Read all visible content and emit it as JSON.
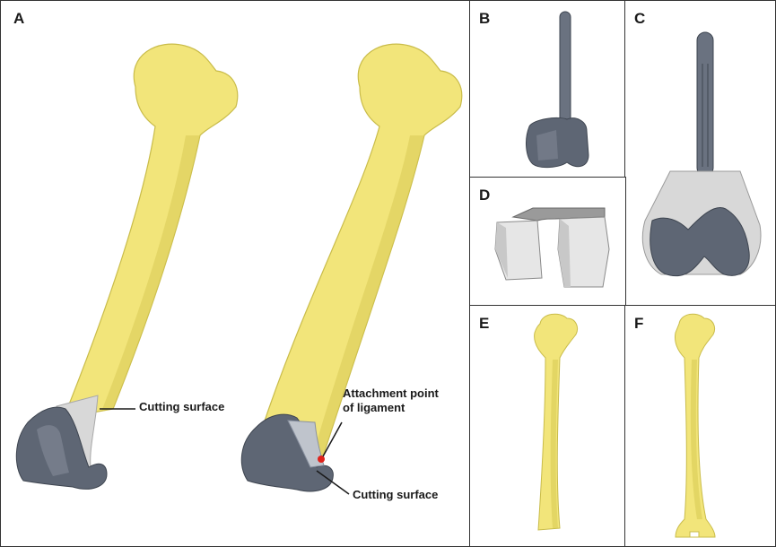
{
  "panels": {
    "A": {
      "letter": "A"
    },
    "B": {
      "letter": "B"
    },
    "C": {
      "letter": "C"
    },
    "D": {
      "letter": "D"
    },
    "E": {
      "letter": "E"
    },
    "F": {
      "letter": "F"
    }
  },
  "labels": {
    "cutting_surface_left": "Cutting surface",
    "attachment_line1": "Attachment point",
    "attachment_line2": "of ligament",
    "cutting_surface_right": "Cutting surface"
  },
  "colors": {
    "bone": "#F2E57A",
    "bone_shade": "#C9BC4A",
    "implant": "#5E6674",
    "implant_light": "#8A92A0",
    "cut_surface": "#D8D8D8",
    "attachment_point": "#E0231B",
    "border": "#333333"
  }
}
